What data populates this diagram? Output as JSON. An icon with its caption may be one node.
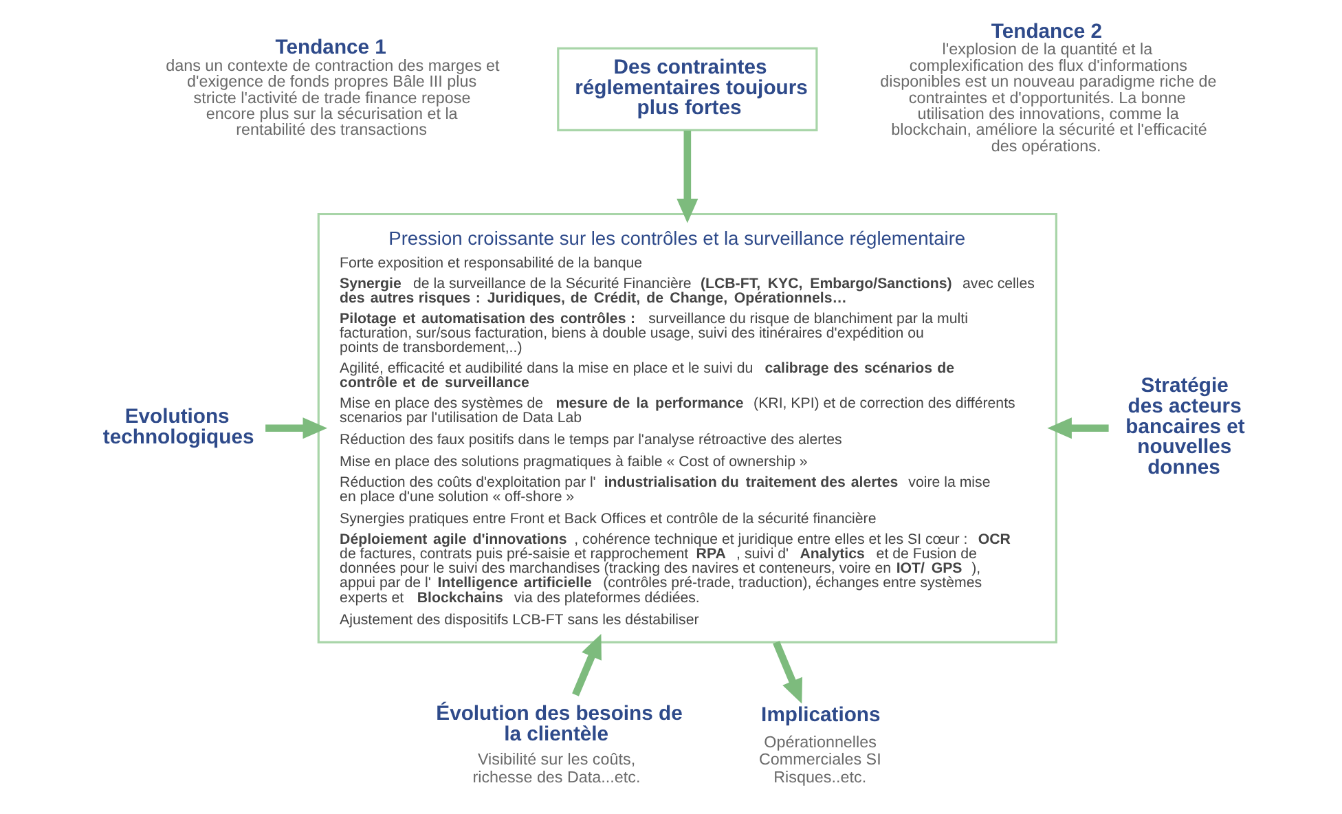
{
  "diagram": {
    "nodes": [
      {
        "text": [
          "Des contraintes réglementaires toujours plus fortes"
        ]
      },
      {
        "text": [
          "Pression croissante sur les contrôles et la surveillance réglementaire",
          "Forte exposition et responsabilité de la banque",
          "**Synergie** de la surveillance de la Sécurité Financière **(LCB-FT, KYC, Embargo/Sanctions)** avec celles **des autres risques : Juridiques, de Crédit, de Change, Opérationnels…**",
          "**Pilotage et automatisation des contrôles :** surveillance du risque de blanchiment par la multi facturation, sur/sous facturation, biens à double usage, suivi des itinéraires d'expédition ou points de transbordement,..)",
          "Agilité, efficacité et audibilité dans la mise en place et le suivi du **calibrage des scénarios de contrôle et de surveillance**",
          "Mise en place des systèmes de **mesure de la performance** (KRI, KPI) et de correction des différents scenarios par l'utilisation de Data Lab",
          "Réduction des faux positifs dans le temps par l'analyse rétroactive des alertes",
          "Mise en place des solutions pragmatiques à faible « Cost of ownership »",
          "Réduction des coûts d'exploitation par l'**industrialisation du traitement des alertes** voire la mise en place d'une solution « off-shore »",
          "Synergies pratiques entre Front et Back Offices et contrôle de la sécurité financière",
          "**Déploiement agile d'innovations**, cohérence technique et juridique entre elles et les SI cœur : **OCR** de factures, contrats puis pré-saisie et rapprochement **RPA**, suivi d'**Analytics** et de Fusion de données pour le suivi des marchandises (tracking des navires et conteneurs, voire en **IOT/ GPS**), appui par de l'**Intelligence artificielle** (contrôles pré-trade, traduction), échanges entre systèmes experts et **Blockchains** via des plateformes dédiées.",
          "Ajustement des dispositifs LCB-FT sans les déstabiliser"
        ]
      },
      {
        "text": [
          "Evolutions technologiques"
        ]
      },
      {
        "text": [
          "Stratégie des acteurs bancaires et nouvelles donnes"
        ]
      },
      {
        "text": [
          "Évolution des besoins de la clientèle",
          "Visibilité sur les coûts, richesse des Data...etc."
        ]
      },
      {
        "text": [
          "Implications",
          "Opérationnelles Commerciales SI Risques..etc."
        ]
      }
    ],
    "edges": [
      {
        "from": 0,
        "to": 1,
        "arrow": "to"
      },
      {
        "from": 2,
        "to": 1,
        "arrow": "to"
      },
      {
        "from": 3,
        "to": 1,
        "arrow": "to"
      },
      {
        "from": 4,
        "to": 1,
        "arrow": "to"
      },
      {
        "from": 1,
        "to": 5,
        "arrow": "to"
      }
    ],
    "labels": [
      "Tendance 1",
      "dans un contexte de contraction des marges et d'exigence de fonds propres Bâle III plus stricte l'activité de trade finance repose encore plus sur la sécurisation et la rentabilité des transactions",
      "Tendance 2",
      "l'explosion de la quantité et la complexification des flux d'informations disponibles est un nouveau paradigme riche de contraintes et d'opportunités. La bonne utilisation des innovations, comme la blockchain, améliore la sécurité et l'efficacité des opérations."
    ]
  }
}
